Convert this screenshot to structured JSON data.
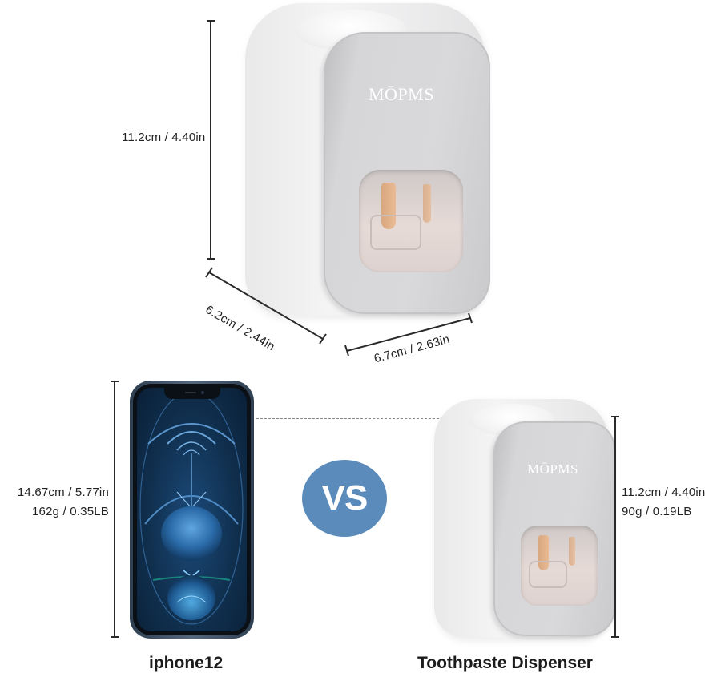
{
  "top_product": {
    "brand": "MŌPMS",
    "height_label": "11.2cm / 4.40in",
    "depth_label": "6.2cm / 2.44in",
    "width_label": "6.7cm / 2.63in"
  },
  "comparison": {
    "left": {
      "name": "iphone12",
      "size_label": "14.67cm / 5.77in",
      "weight_label": "162g / 0.35LB"
    },
    "vs_label": "VS",
    "right": {
      "name": "Toothpaste Dispenser",
      "brand": "MŌPMS",
      "size_label": "11.2cm / 4.40in",
      "weight_label": "90g / 0.19LB"
    }
  },
  "colors": {
    "vs_badge": "#5a8bbb",
    "dimension_line": "#2a2a2a",
    "panel_gray": "#d6d6d8",
    "phone_blue": "#1c4a7a"
  }
}
